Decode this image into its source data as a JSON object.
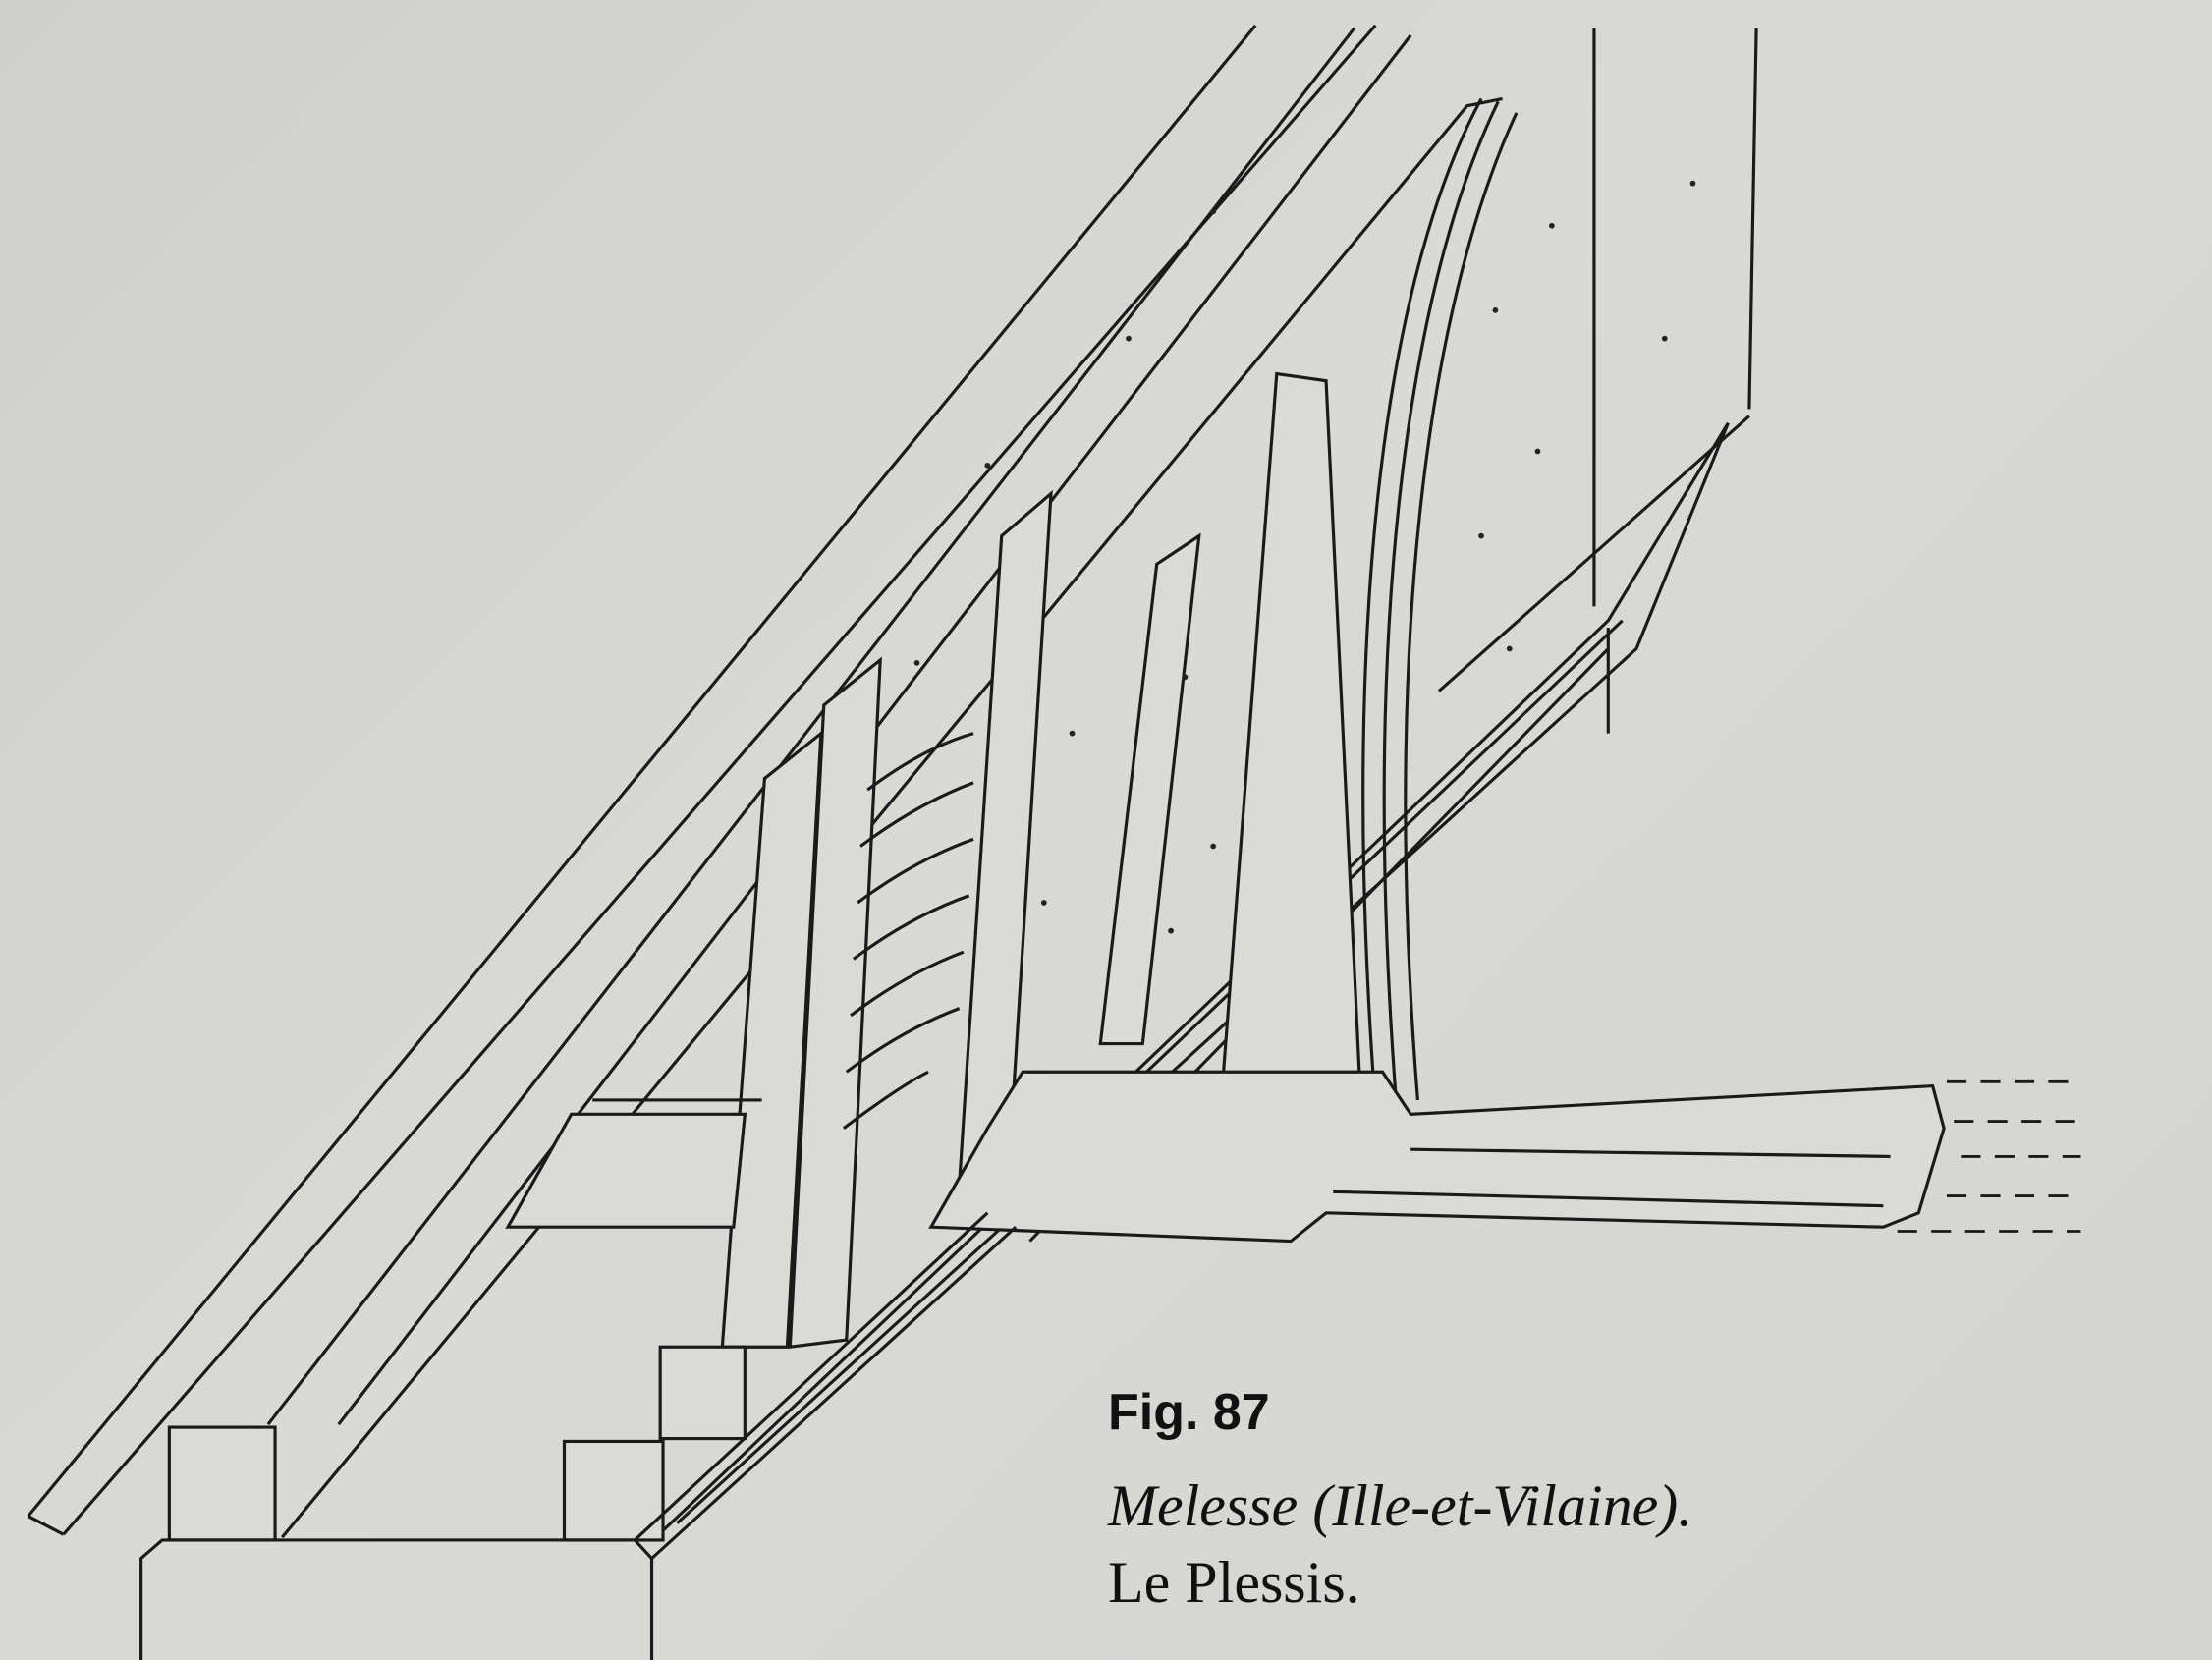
{
  "figure": {
    "number_label": "Fig. 87",
    "place": "Melesse (Ille-et-Vilaine).",
    "site": "Le Plessis."
  },
  "colors": {
    "paper": "#d6d6d3",
    "ink": "#1a1a1a"
  }
}
